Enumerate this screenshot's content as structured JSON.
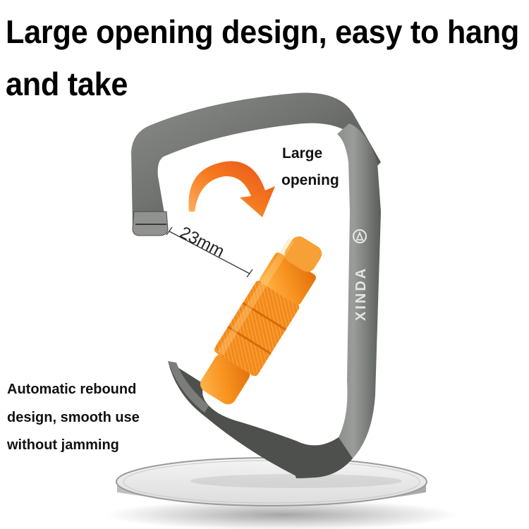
{
  "headline": {
    "line1": "Large opening design, easy to hang",
    "line2": "and take"
  },
  "callouts": {
    "large_opening": [
      "Large",
      "opening"
    ],
    "gate_width": "23mm",
    "rebound": [
      "Automatic rebound",
      "design, smooth use",
      "without jamming"
    ]
  },
  "product": {
    "brand_mark": "XINDA",
    "body_color": "#6b6e6b",
    "gate_color": "#f5901e",
    "arrow_color": "#f26a1b"
  }
}
